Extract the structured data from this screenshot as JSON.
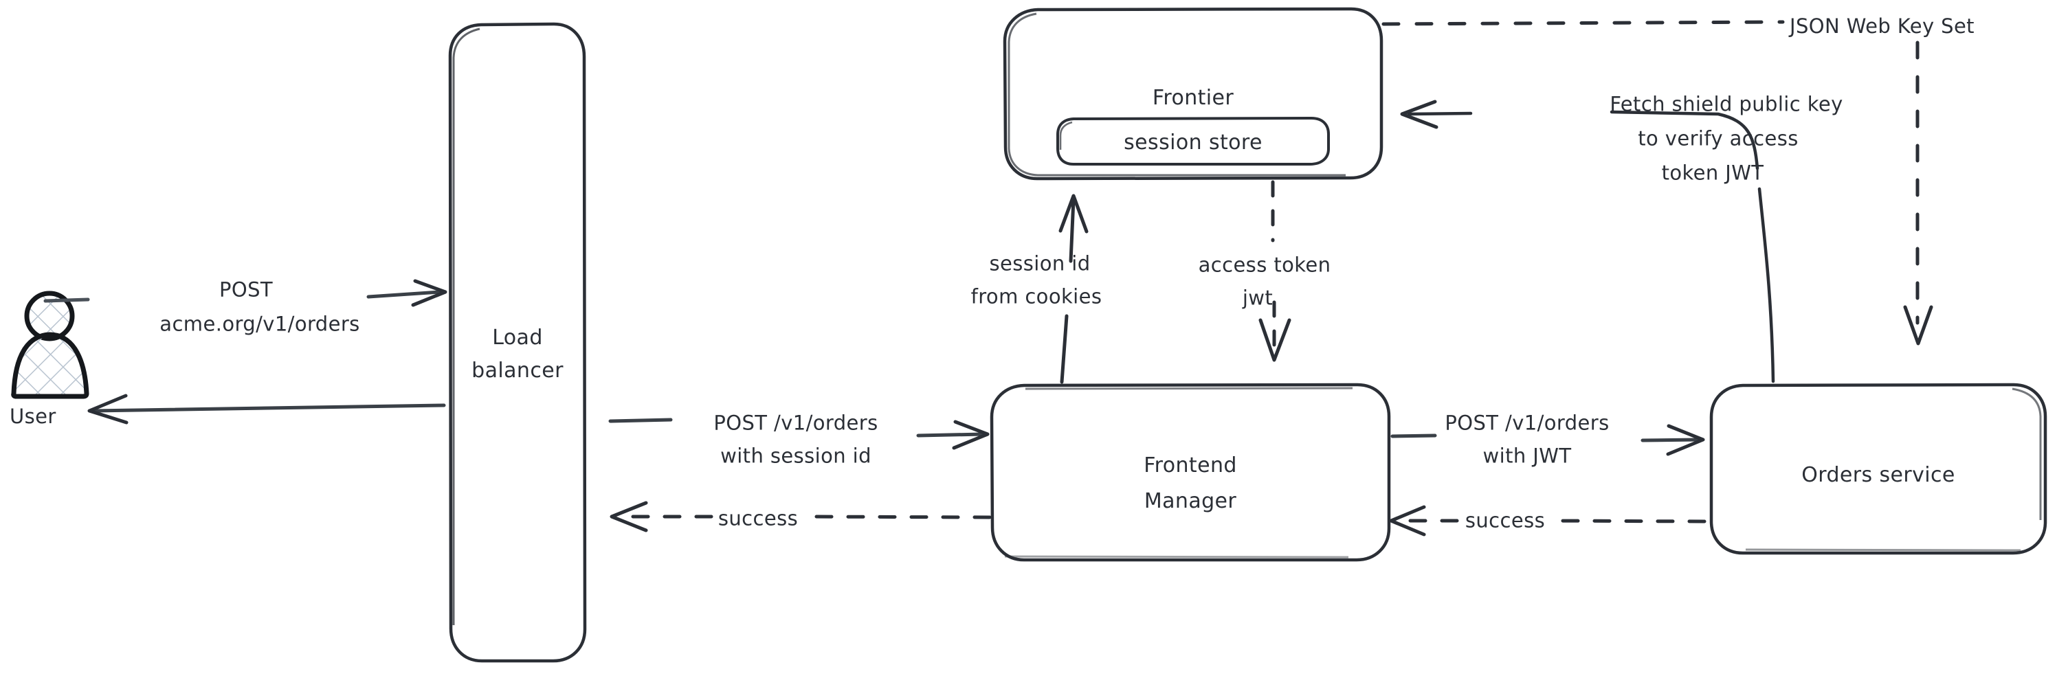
{
  "diagram": {
    "title": "Auth flow: user request through load balancer, frontend manager, session store and orders service",
    "style": "hand-drawn whiteboard sketch",
    "background_color": "#ffffff",
    "stroke_color": "#2b2f36",
    "hatch_color": "#b9c4d0"
  },
  "nodes": {
    "user": {
      "label": "User",
      "icon": "person-icon",
      "shape": "person-figure"
    },
    "load_balancer": {
      "label_line1": "Load",
      "label_line2": "balancer",
      "shape": "rounded-rectangle"
    },
    "frontier": {
      "label": "Frontier",
      "shape": "rounded-rectangle",
      "child": {
        "label": "session store",
        "shape": "rounded-rectangle"
      }
    },
    "frontend_manager": {
      "label_line1": "Frontend",
      "label_line2": "Manager",
      "shape": "rounded-rectangle"
    },
    "orders_service": {
      "label": "Orders service",
      "shape": "rounded-rectangle"
    }
  },
  "edges": {
    "user_to_lb": {
      "label_line1": "POST",
      "label_line2": "acme.org/v1/orders",
      "style": "solid",
      "direction": "right"
    },
    "lb_to_user": {
      "label": "",
      "style": "solid",
      "direction": "left"
    },
    "lb_to_fm": {
      "label_line1": "POST /v1/orders",
      "label_line2": "with session id",
      "style": "solid",
      "direction": "right"
    },
    "fm_to_lb": {
      "label": "success",
      "style": "dashed",
      "direction": "left"
    },
    "fm_to_frontier": {
      "label_line1": "session id",
      "label_line2": "from cookies",
      "style": "solid",
      "direction": "up"
    },
    "frontier_to_fm": {
      "label_line1": "access token",
      "label_line2": "jwt",
      "style": "dashed",
      "direction": "down"
    },
    "fm_to_orders": {
      "label_line1": "POST /v1/orders",
      "label_line2": "with JWT",
      "style": "solid",
      "direction": "right"
    },
    "orders_to_fm": {
      "label": "success",
      "style": "dashed",
      "direction": "left"
    },
    "orders_to_frontier": {
      "label_line1": "Fetch shield public key",
      "label_line2": "to verify access",
      "label_line3": "token JWT",
      "style": "solid-curved",
      "direction": "left"
    },
    "frontier_to_orders": {
      "label": "JSON Web Key Set",
      "style": "dashed-elbow",
      "direction": "down"
    }
  }
}
